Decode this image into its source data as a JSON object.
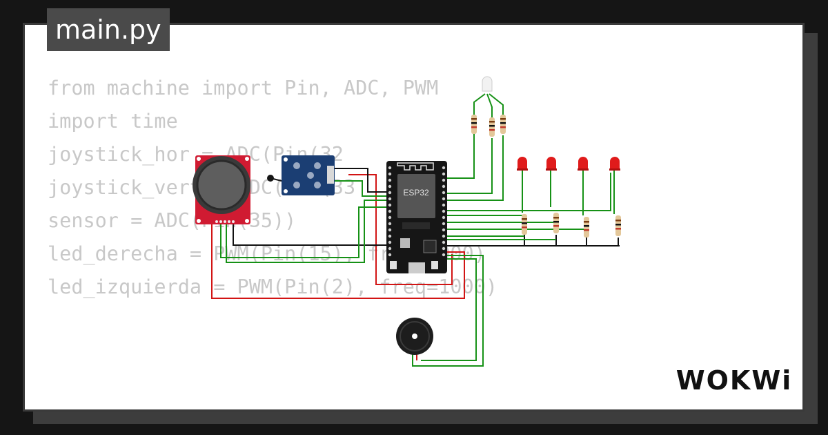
{
  "file": {
    "tab_label": "main.py"
  },
  "code": {
    "lines": [
      "from machine import Pin, ADC, PWM",
      "import time",
      "",
      "",
      "joystick_hor = ADC(Pin(32",
      "joystick_vert = ADC(Pin(33",
      "",
      "sensor = ADC(Pin(35))",
      "",
      "led_derecha = PWM(Pin(15), freq=1000)",
      "led_izquierda = PWM(Pin(2), freq=1000)"
    ]
  },
  "board": {
    "label": "ESP32"
  },
  "brand": {
    "logo_text": "WOKWi"
  },
  "colors": {
    "wire_green": "#169116",
    "wire_red": "#d21414",
    "wire_black": "#111111",
    "joystick_board": "#d01b32",
    "sensor_board": "#1b3e73",
    "led_red": "#e01b1b",
    "code_text": "#c8c8c8"
  }
}
